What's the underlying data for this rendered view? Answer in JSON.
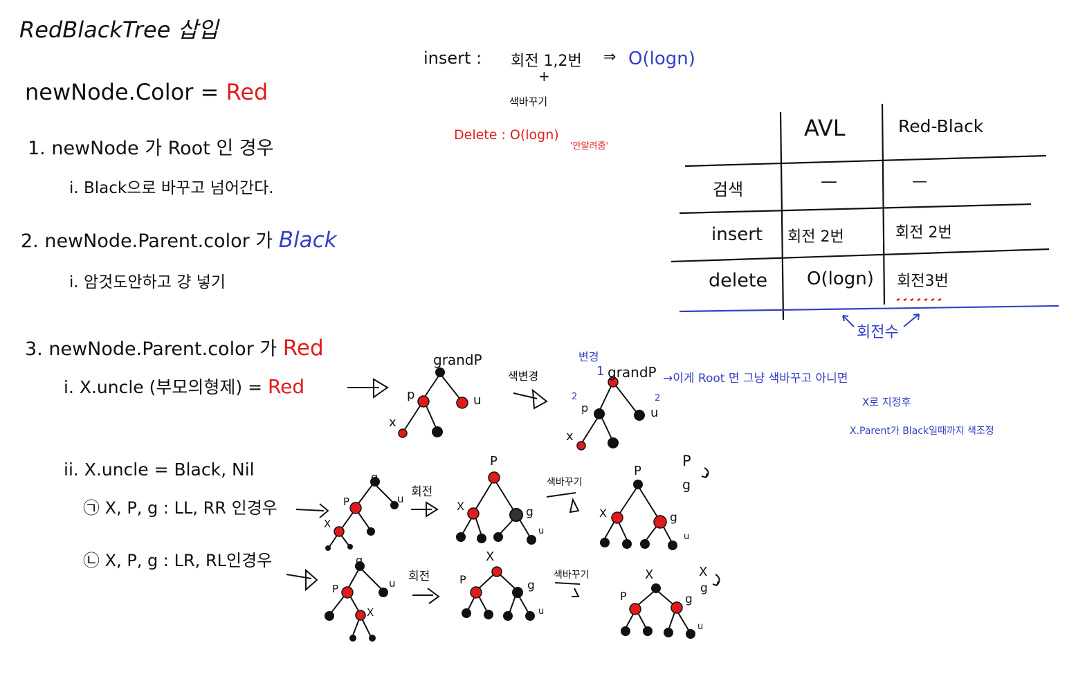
{
  "title": "RedBlackTree 삽입",
  "insert_note": {
    "label": "insert :",
    "rotation": "회전 1,2번",
    "plus": "+",
    "recolor": "색바꾸기",
    "arrow": "⇒",
    "complexity": "O(logn)"
  },
  "delete_note": {
    "text": "Delete : O(logn)",
    "aside": "'안알려줌'"
  },
  "newnode_color": {
    "prefix": "newNode.Color =",
    "value": "Red"
  },
  "case1": {
    "head": "1. newNode 가 Root 인 경우",
    "sub": "i. Black으로 바꾸고 넘어간다."
  },
  "case2": {
    "head": "2. newNode.Parent.color 가",
    "color": "Black",
    "sub": "i. 암것도안하고 걍 넣기"
  },
  "case3": {
    "head": "3. newNode.Parent.color 가",
    "color": "Red",
    "sub_i_prefix": "i. X.uncle (부모의형제) =",
    "sub_i_value": "Red",
    "sub_ii": "ii. X.uncle = Black, Nil",
    "sub_ii_a": "㉠ X, P, g : LL, RR 인경우",
    "sub_ii_b": "㉡ X, P, g : LR, RL인경우"
  },
  "diagram_i": {
    "grandp": "grandP",
    "p": "p",
    "u": "u",
    "x": "x",
    "arrow_label": "색변경",
    "changed_label": "변경",
    "one": "1",
    "two_left": "2",
    "two_right": "2",
    "after_grandp": "grandP",
    "note1": "→이게 Root 면 그냥 색바꾸고 아니면",
    "note2": "X로 지정후",
    "note3": "X.Parent가 Black일때까지 색조정"
  },
  "diagram_ii": {
    "rotate": "회전",
    "recolor": "색바꾸기",
    "g": "g",
    "p": "P",
    "x": "X",
    "u": "u",
    "swap_top": "P",
    "swap_bottom": "g"
  },
  "table": {
    "headers": [
      "",
      "AVL",
      "Red-Black"
    ],
    "rows": [
      {
        "op": "검색",
        "avl": "—",
        "rb": "—"
      },
      {
        "op": "insert",
        "avl": "회전 2번",
        "rb": "회전 2번"
      },
      {
        "op": "delete",
        "avl": "O(logn)",
        "rb": "회전3번"
      }
    ],
    "footnote": "회전수"
  },
  "colors": {
    "red": "#e01b1b",
    "blue": "#3340c4",
    "ink": "#111111"
  }
}
